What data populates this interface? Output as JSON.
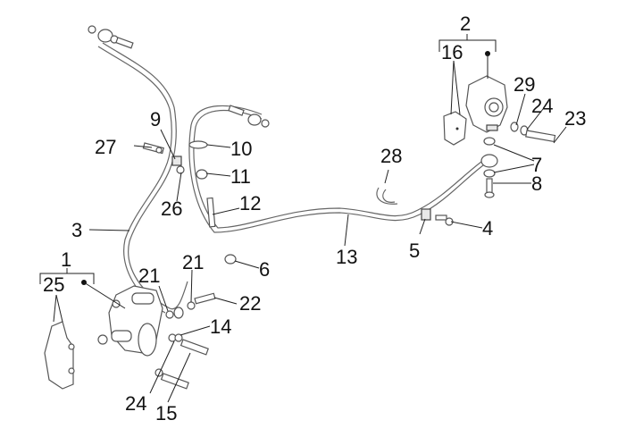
{
  "diagram": {
    "title": "Brake system exploded parts diagram",
    "labels": [
      {
        "id": "1",
        "text": "1"
      },
      {
        "id": "2",
        "text": "2"
      },
      {
        "id": "3",
        "text": "3"
      },
      {
        "id": "4",
        "text": "4"
      },
      {
        "id": "5",
        "text": "5"
      },
      {
        "id": "6",
        "text": "6"
      },
      {
        "id": "7",
        "text": "7"
      },
      {
        "id": "8",
        "text": "8"
      },
      {
        "id": "9",
        "text": "9"
      },
      {
        "id": "10",
        "text": "10"
      },
      {
        "id": "11",
        "text": "11"
      },
      {
        "id": "12",
        "text": "12"
      },
      {
        "id": "13",
        "text": "13"
      },
      {
        "id": "14",
        "text": "14"
      },
      {
        "id": "15",
        "text": "15"
      },
      {
        "id": "16",
        "text": "16"
      },
      {
        "id": "21a",
        "text": "21"
      },
      {
        "id": "21b",
        "text": "21"
      },
      {
        "id": "22",
        "text": "22"
      },
      {
        "id": "23",
        "text": "23"
      },
      {
        "id": "24a",
        "text": "24"
      },
      {
        "id": "24b",
        "text": "24"
      },
      {
        "id": "25",
        "text": "25"
      },
      {
        "id": "26",
        "text": "26"
      },
      {
        "id": "27",
        "text": "27"
      },
      {
        "id": "28",
        "text": "28"
      },
      {
        "id": "29",
        "text": "29"
      }
    ],
    "parts": [
      {
        "name": "front-brake-caliper"
      },
      {
        "name": "brake-pump-assembly"
      },
      {
        "name": "front-brake-hose"
      },
      {
        "name": "rear-brake-hose"
      },
      {
        "name": "brake-pads-front"
      },
      {
        "name": "brake-pads-pump"
      }
    ]
  }
}
